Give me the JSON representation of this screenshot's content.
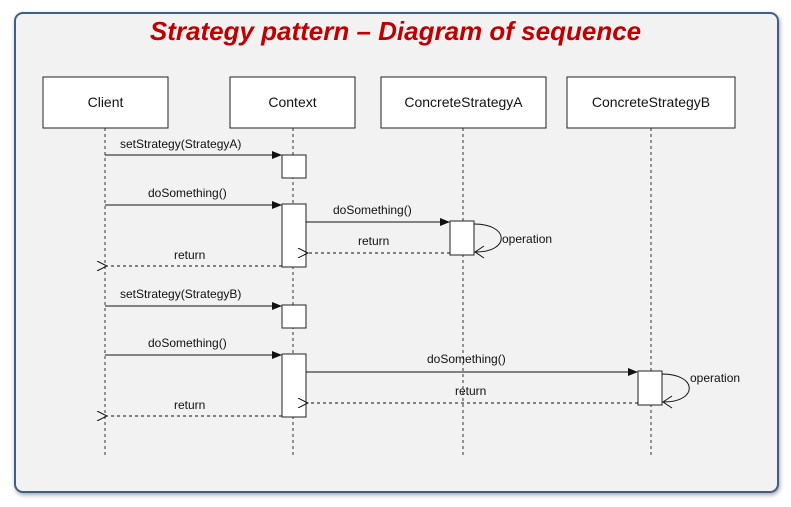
{
  "title": "Strategy pattern – Diagram of sequence",
  "participants": [
    "Client",
    "Context",
    "ConcreteStrategyA",
    "ConcreteStrategyB"
  ],
  "messages": [
    {
      "label": "setStrategy(StrategyA)",
      "type": "call"
    },
    {
      "label": "doSomething()",
      "type": "call"
    },
    {
      "label": "doSomething()",
      "type": "call"
    },
    {
      "label": "operation",
      "type": "self"
    },
    {
      "label": "return",
      "type": "return"
    },
    {
      "label": "return",
      "type": "return"
    },
    {
      "label": "setStrategy(StrategyB)",
      "type": "call"
    },
    {
      "label": "doSomething()",
      "type": "call"
    },
    {
      "label": "doSomething()",
      "type": "call"
    },
    {
      "label": "operation",
      "type": "self"
    },
    {
      "label": "return",
      "type": "return"
    },
    {
      "label": "return",
      "type": "return"
    }
  ]
}
